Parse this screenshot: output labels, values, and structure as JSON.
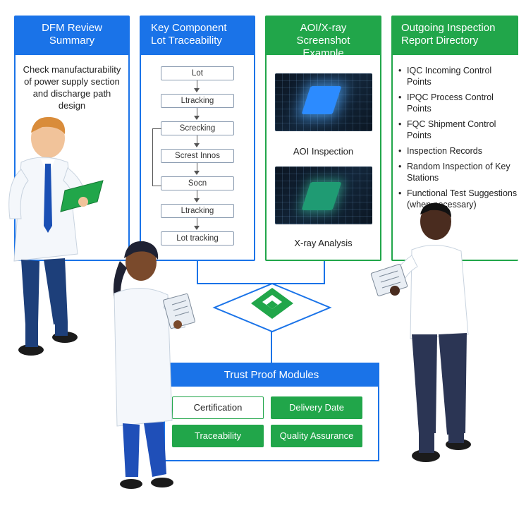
{
  "panels": {
    "dfm": {
      "title_line1": "DFM Review",
      "title_line2": "Summary",
      "body": "Check manufacturability of power supply section and discharge path design"
    },
    "lot": {
      "title_line1": "Key Component",
      "title_line2": "Lot Traceability",
      "steps": [
        "Lot",
        "Ltracking",
        "Screcking",
        "Screst Innos",
        "Socn",
        "Ltracking",
        "Lot tracking"
      ]
    },
    "aoi": {
      "title_line1": "AOI/X-ray Screenshot",
      "title_line2": "Example",
      "aoi_label": "AOI Inspection",
      "xray_label": "X-ray Analysis"
    },
    "inspection": {
      "title_line1": "Outgoing Inspection",
      "title_line2": "Report Directory",
      "items": [
        "IQC Incoming Control Points",
        "IPQC Process Control Points",
        "FQC Shipment Control Points",
        "Inspection Records",
        "Random Inspection of Key Stations",
        "Functional Test Suggestions (when necessary)"
      ]
    }
  },
  "trust": {
    "title": "Trust Proof Modules",
    "modules": [
      "Certification",
      "Delivery Date",
      "Traceability",
      "Quality Assurance"
    ]
  },
  "colors": {
    "blue": "#1a73e8",
    "green": "#21a64a"
  }
}
